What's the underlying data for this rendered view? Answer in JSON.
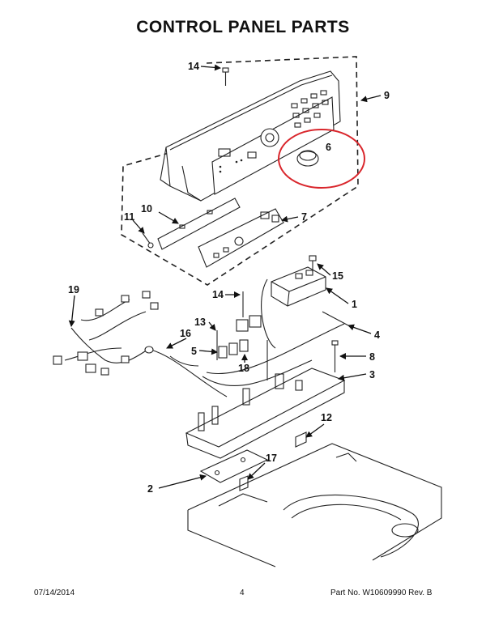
{
  "title": "CONTROL PANEL PARTS",
  "callouts": [
    "14",
    "9",
    "6",
    "10",
    "11",
    "7",
    "15",
    "19",
    "14",
    "1",
    "13",
    "16",
    "4",
    "5",
    "18",
    "8",
    "3",
    "12",
    "17",
    "2"
  ],
  "footer": {
    "date": "07/14/2014",
    "page": "4",
    "part": "Part No.  W10609990  Rev. B"
  },
  "colors": {
    "highlight": "#d9262c",
    "line": "#222222"
  }
}
